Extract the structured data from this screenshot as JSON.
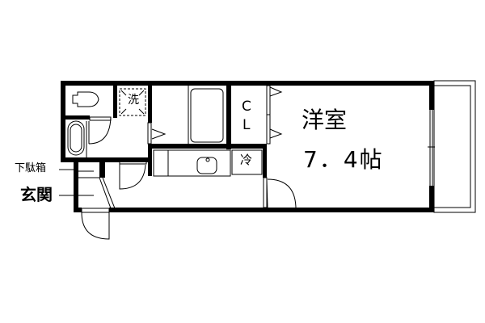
{
  "plan": {
    "room_name": "洋室",
    "room_size": "7．4帖",
    "closet": [
      "C",
      "L"
    ],
    "washer": "洗",
    "fridge": "冷",
    "shoe_box": "下駄箱",
    "entrance": "玄関"
  }
}
